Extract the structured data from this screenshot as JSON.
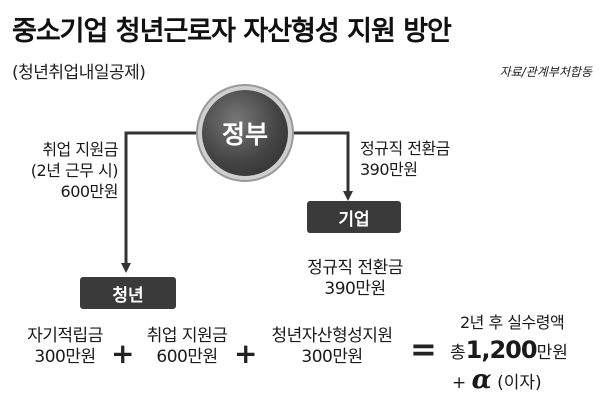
{
  "title": "중소기업 청년근로자 자산형성 지원 방안",
  "subtitle": "(청년취업내일공제)",
  "source": "자료/관계부처합동",
  "government": "정부",
  "company": "기업",
  "youth": "청년",
  "gov_to_youth": {
    "line1": "취업 지원금",
    "line2": "(2년 근무 시)",
    "line3": "600만원"
  },
  "gov_to_company": {
    "line1": "정규직 전환금",
    "line2": "390만원"
  },
  "company_to_youth": {
    "line1": "정규직 전환금",
    "line2": "390만원"
  },
  "formula": {
    "term1_label": "자기적립금",
    "term1_value": "300만원",
    "plus1": "+",
    "term2_label": "취업 지원금",
    "term2_value": "600만원",
    "plus2": "+",
    "term3_label": "청년자산형성지원",
    "term3_value": "300만원",
    "equals": "=",
    "result_label": "2년 후 실수령액",
    "result_prefix": "총",
    "result_amount": "1,200",
    "result_unit": "만원",
    "result_plus": "+",
    "alpha": "α",
    "interest": "(이자)"
  }
}
